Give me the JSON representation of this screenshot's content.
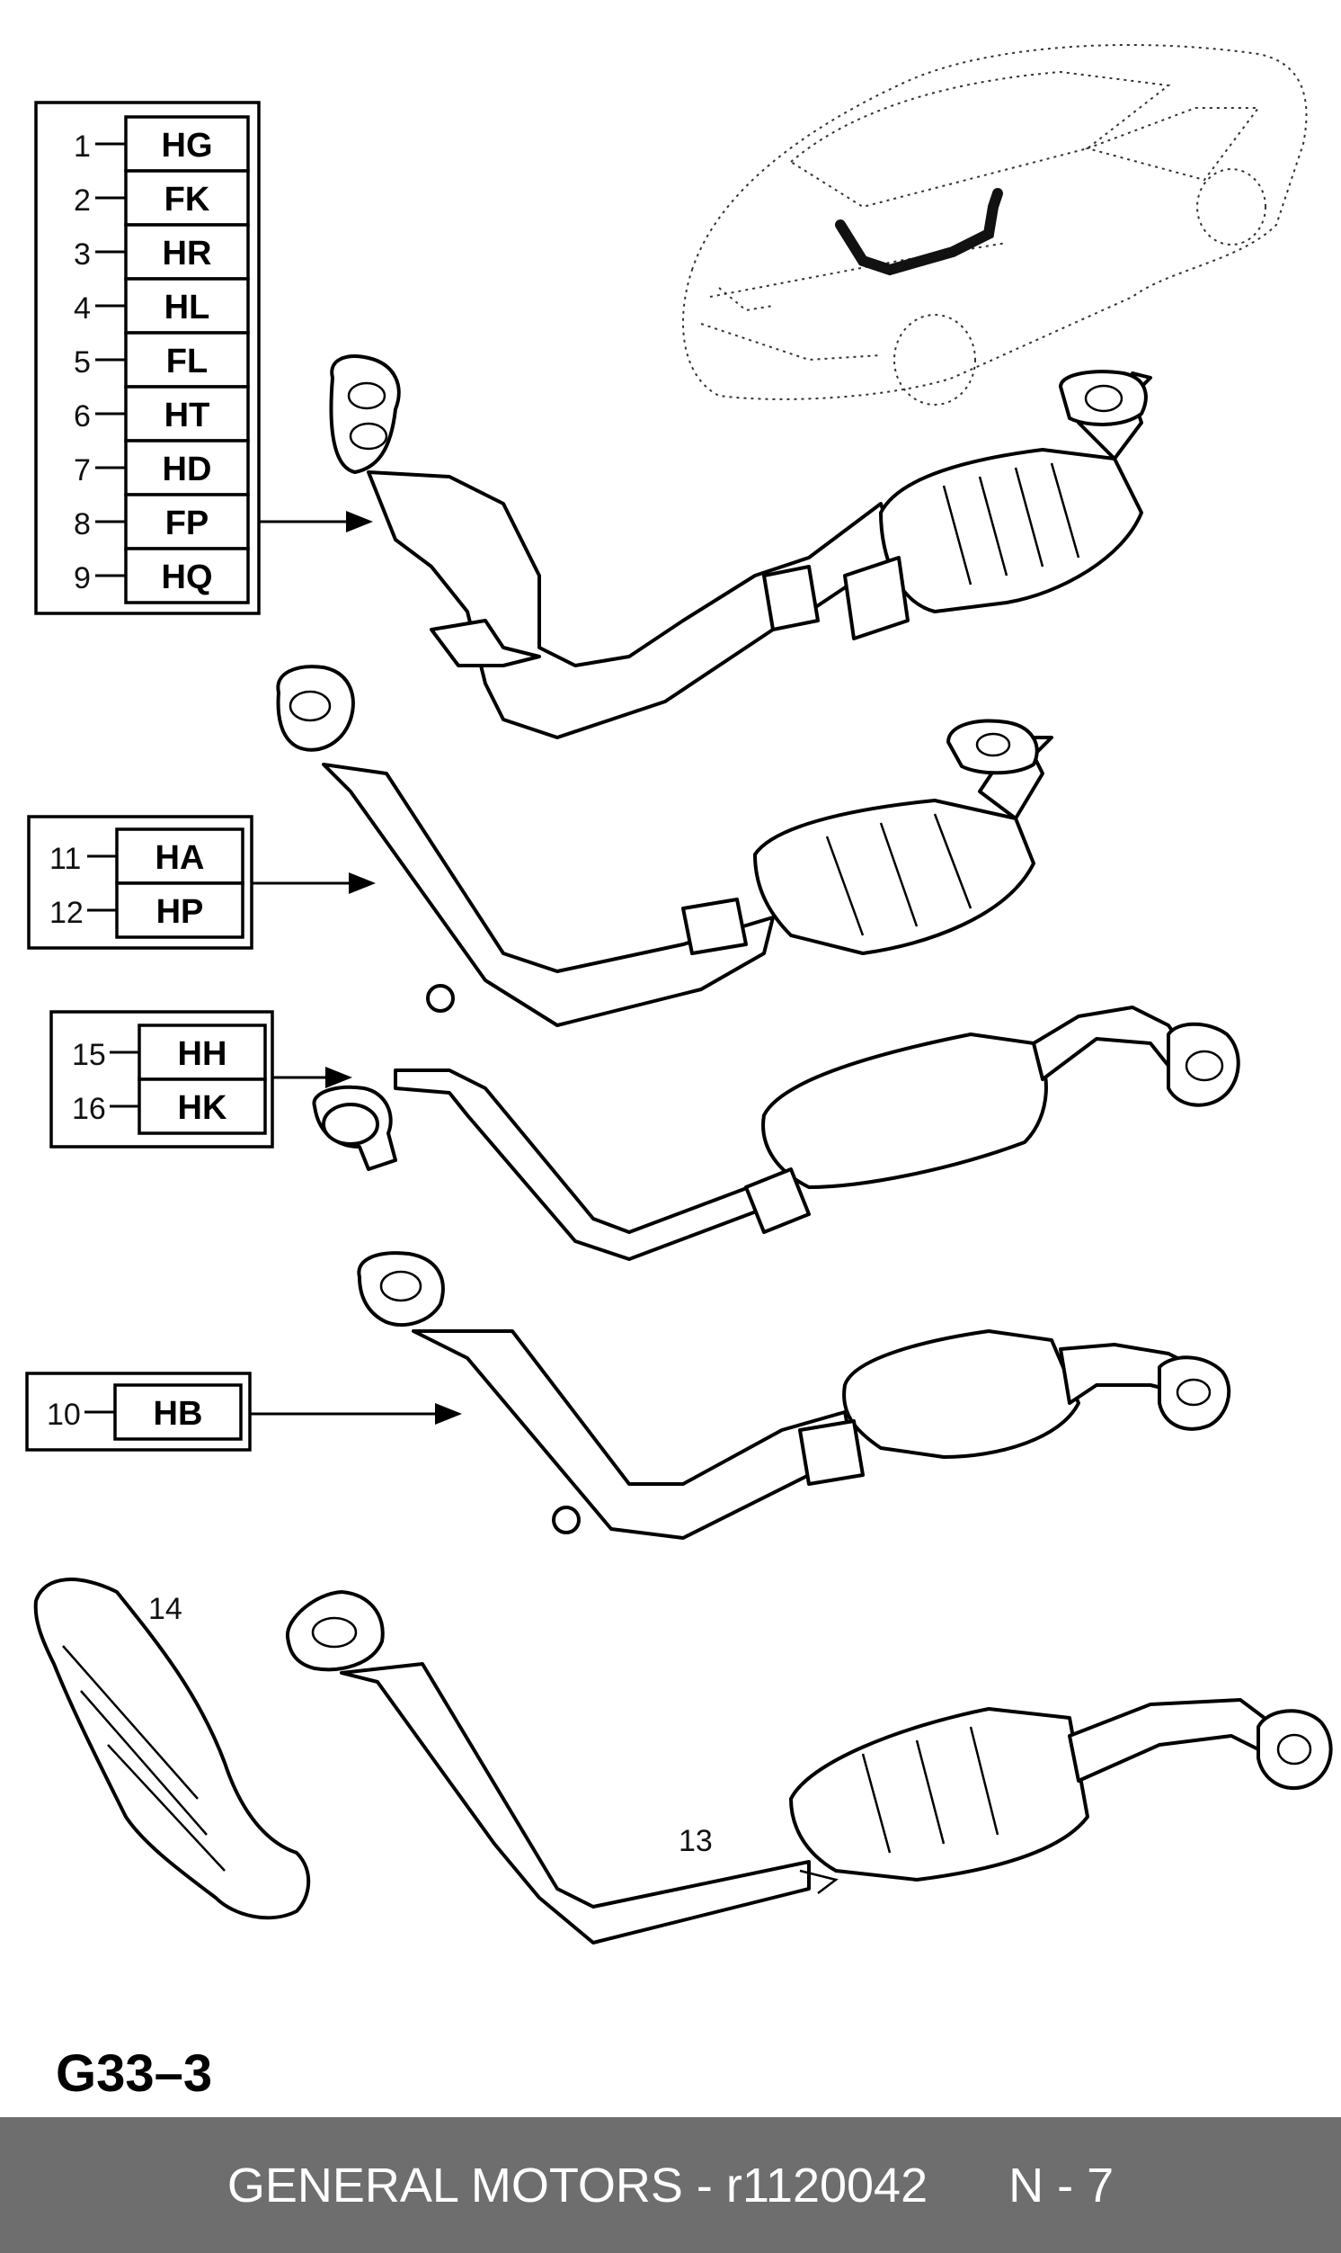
{
  "diagram": {
    "title": "G33–3",
    "groups": [
      {
        "items": [
          {
            "num": "1",
            "code": "HG"
          },
          {
            "num": "2",
            "code": "FK"
          },
          {
            "num": "3",
            "code": "HR"
          },
          {
            "num": "4",
            "code": "HL"
          },
          {
            "num": "5",
            "code": "FL"
          },
          {
            "num": "6",
            "code": "HT"
          },
          {
            "num": "7",
            "code": "HD"
          },
          {
            "num": "8",
            "code": "FP"
          },
          {
            "num": "9",
            "code": "HQ"
          }
        ]
      },
      {
        "items": [
          {
            "num": "11",
            "code": "HA"
          },
          {
            "num": "12",
            "code": "HP"
          }
        ]
      },
      {
        "items": [
          {
            "num": "15",
            "code": "HH"
          },
          {
            "num": "16",
            "code": "HK"
          }
        ]
      },
      {
        "items": [
          {
            "num": "10",
            "code": "HB"
          }
        ]
      }
    ],
    "labels": {
      "heat_shield": "14",
      "pipe": "13"
    },
    "highlight_color": "#f07070"
  },
  "footer": {
    "brand": "GENERAL MOTORS",
    "separator": "-",
    "part_number": "r1120042",
    "page": "N - 7"
  }
}
